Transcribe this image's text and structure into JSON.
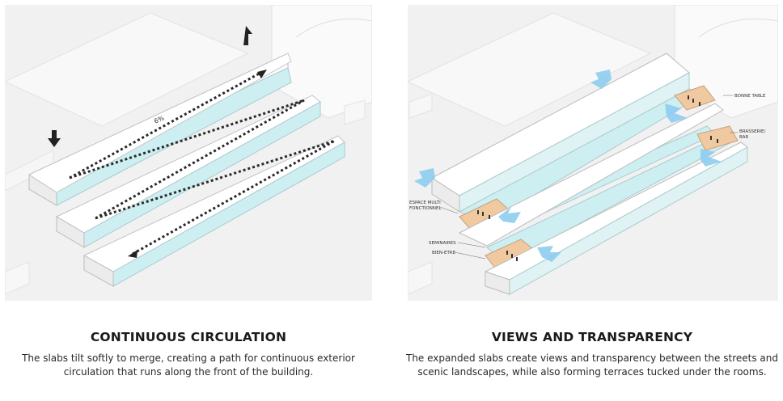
{
  "left": {
    "title": "CONTINUOUS CIRCULATION",
    "description": "The slabs tilt softly to merge, creating a path for continuous exterior circulation that runs along the front of the building.",
    "slope_label": "6%"
  },
  "right": {
    "title": "VIEWS AND TRANSPARENCY",
    "description": "The expanded slabs create views and transparency between the streets and scenic landscapes, while also forming terraces tucked under the rooms.",
    "labels": {
      "bonne_table": "BONNE TABLE",
      "brasserie_1": "BRASSERIE/",
      "brasserie_2": "BAR",
      "espace_1": "ESPACE MULTI",
      "espace_2": "FONCTIONNEL",
      "seminaires": "SEMINAIRES",
      "bien_etre": "BIEN-ETRE"
    }
  },
  "colors": {
    "slab_top": "#ffffff",
    "slab_glass": "#cdeff1",
    "arrow_blue": "#8ecdf0",
    "terrace": "#f0c9a0",
    "panel_bg": "#f1f1f1"
  }
}
